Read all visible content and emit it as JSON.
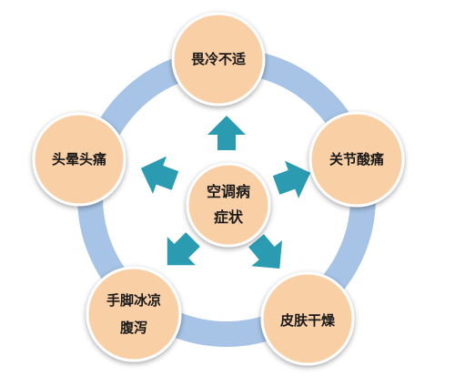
{
  "center": {
    "lines": [
      "空调病",
      "症状"
    ]
  },
  "symptoms": [
    {
      "lines": [
        "畏冷不适"
      ]
    },
    {
      "lines": [
        "关节酸痛"
      ]
    },
    {
      "lines": [
        "皮肤干燥"
      ]
    },
    {
      "lines": [
        "手脚冰凉",
        "腹泻"
      ]
    },
    {
      "lines": [
        "头晕头痛"
      ]
    }
  ],
  "colors": {
    "ring": "#a7c4e6",
    "node_fill": "#f9cfa6",
    "node_stroke": "#ffffff",
    "arrow": "#2b9bb2",
    "text": "#1a1a1a"
  }
}
